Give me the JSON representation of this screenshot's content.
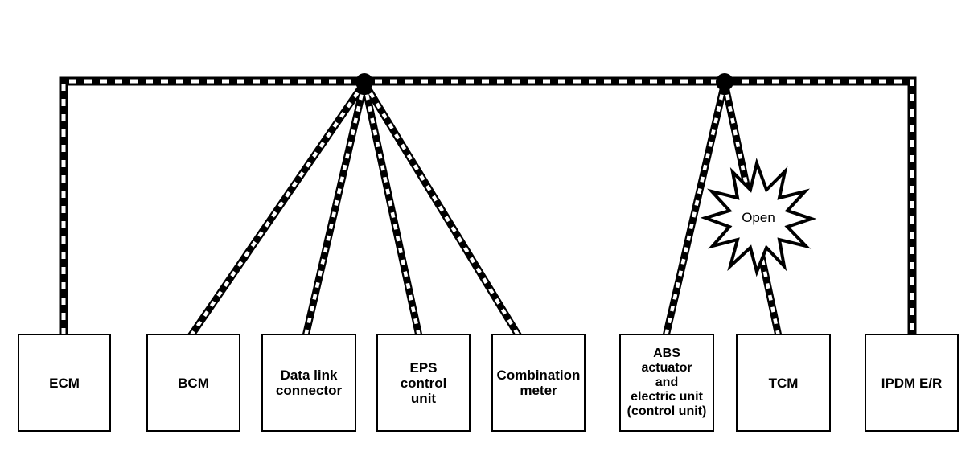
{
  "diagram_kind": "can-bus-network-wiring-diagram",
  "colors": {
    "ink": "#000000",
    "paper": "#ffffff"
  },
  "fault": {
    "label": "Open"
  },
  "boxes": [
    {
      "id": "ecm",
      "lines": [
        "ECM"
      ]
    },
    {
      "id": "bcm",
      "lines": [
        "BCM"
      ]
    },
    {
      "id": "data-link-connector",
      "lines": [
        "Data link",
        "connector"
      ]
    },
    {
      "id": "eps-control-unit",
      "lines": [
        "EPS",
        "control",
        "unit"
      ]
    },
    {
      "id": "combination-meter",
      "lines": [
        "Combination",
        "meter"
      ]
    },
    {
      "id": "abs-actuator",
      "lines": [
        "ABS",
        "actuator",
        "and",
        "electric unit",
        "(control unit)"
      ]
    },
    {
      "id": "tcm",
      "lines": [
        "TCM"
      ]
    },
    {
      "id": "ipdm-er",
      "lines": [
        "IPDM E/R"
      ]
    }
  ]
}
